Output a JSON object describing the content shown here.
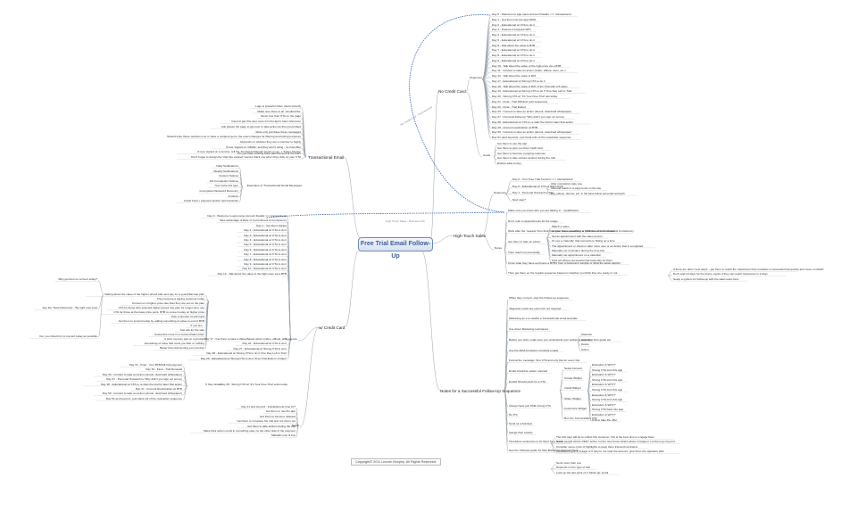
{
  "map": {
    "central": "Free Trial Email Follow-Up",
    "copyright": "Copyright© 2011 Lincoln Murphy. All Rights Reserved.",
    "link_labels": [
      "No Credit Card - Transactional",
      "High Touch Sales - Business Info"
    ],
    "colors": {
      "central_border": "#6f89b8",
      "wire": "#9aa3ad",
      "link": "#3a68b5"
    },
    "branches": {
      "no_card": "No Credit Card",
      "credit": "w/ Credit Card",
      "high_touch": "High-Touch Sales",
      "notes": "Notes for a Successful Follow-Up Sequence",
      "transactional": "Transactional Email"
    },
    "no_card": {
      "sequence_label": "Sequence",
      "sequence": [
        "Day 0 - Welcome to app.name Account Details >>> transactional",
        "Day 1 - Get them into the app NOW",
        "Day 2 - Educational w/ CTA to do it",
        "Day 3 - Feature Intro/quick WIN",
        "Day 4 - Educational w/ CTA to do it",
        "Day 5 - Educational w/ CTA to do it",
        "Day 6 - Talk about the value & BTB",
        "Day 7 - Educational w/ CTA to do it",
        "Day 8 - Educational w/ CTA to do it",
        "Day 9 - Educational w/ CTA to do it",
        "Day 10 - Talk about the value of the high-ones via a BTB",
        "Day 11 - Content to take an action (video, eBook, docs, etc.)",
        "Day 12 - Talk about the value & ROI",
        "Day 17 - Educational w/ Strong CTA to do it",
        "Day 18 - Talk about the value & ROI of the Trial with 4-5 steps",
        "Day 19 - Educational w/ Strong CTA to do it 'One Day Left in Trial'",
        "Day 20 - Strong CTA w/ 'It's Your Free Trial' last today",
        "Day 21 - Final - Trial Will End (exit sequence)",
        "Day 22 - Final - Trial Ended",
        "Day 23 - Content to take an action (ebook, download whitepaper)",
        "Day 27 - Personal follow-up 'Why didn't you sign up' survey",
        "Day 28 - Educational w/ CTA to re-start the trial for later that action",
        "Day 40 - Account reactivation w/ BTB",
        "Day 50 - Content to take an action (ebook, download whitepaper)",
        "Day 51 (and beyond) - just hand-rolls of the newsletter sequence"
      ],
      "goals_label": "Goals",
      "goals": [
        "Get them to use the app",
        "Get them to give you their credit card",
        "Get them to become a paying customer",
        "Get them to take various actions during the trial",
        "Ensure ease to buy"
      ]
    },
    "high_touch": {
      "sequence_label": "Sequence",
      "sequence": [
        "Day 0 - Your Free Trial Account >>> transactional",
        "Day 0 - Educational w/ CTA to learn more",
        "Day 1 - Personal Outreach to Sal",
        "Next step?"
      ],
      "seq_sub": [
        "After completion take one",
        "Inbound reach to a page book on the site",
        "Buy videos, demos, etc. in full pass follow personal outreach"
      ],
      "notes_label": "Notes",
      "notes": [
        "Make sure you know who you are talking to - 'qualification'",
        "Don't rush to appointments for the usage",
        "Work after the 'request' from their trial, give them something to fulfill role of Commitment & Consistency",
        "Get them to take an action",
        "Then reach out personally",
        "Know what they have and know a BTB's from a business's sample or what the asset depicts",
        "Then get them on the regular sequence based on whether you think they are ready or not"
      ],
      "action_sub": [
        "Watch a video",
        "Answer some questions or provide some information",
        "Set an appointment with the sales person",
        "Or use a 'calendly' that connects to hitting up a time",
        "The appointment or check in after more user or an action that is completed",
        "Manually set reminders during the time-line",
        "Manually set appointment on a calendar",
        "Find out what a successful trial looks like for them"
      ],
      "outcome_sub": [
        "If there are other 'next steps' - get them to reach the milestones that constitute a successful trial quickly and move on ASAP",
        "Don't wait 14 days for the trial to expire if they can reach milestones in 2 days",
        "Setup a system for follow-up with the sales team here"
      ]
    },
    "credit": {
      "sequence_label": "Sequence",
      "sequence": [
        "Day 0 - Welcome to app.name Account Details >>> transactional",
        "Take advantage of Rule of Commitment & Consistency",
        "Day 1 - Get them started",
        "Day 2 - Educational w/ CTA to do it",
        "Day 3 - Educational w/ CTA to do it",
        "Day 4 - Educational w/ CTA to do it",
        "Day 5 - Educational w/ CTA to do it",
        "Day 6 - Educational w/ CTA to do it",
        "Day 7 - Educational w/ CTA to do it",
        "Day 8 - Educational w/ CTA to do it",
        "Day 9 - Educational w/ CTA to do it",
        "Day 10 - Educational w/ CTA to do it",
        "Day 14 - Talk about the value of the high-ones via a BTB",
        "Day 17 - Get them to take a Value-Based action (video, eBook, etc)",
        "Day 22 - Educational w/ CTA to do it",
        "Day 27 - Educational w/ Strong CTA to do it",
        "Day 28 - Educational w/ Strong CTA to do it 'One Day Left in Trial'",
        "Day 29 - Educational w/ Strong CTA to do it 'Free Trial Ends in 2 Days'"
      ],
      "day14_sub": [
        "Talking about the value of the higher-priced plan and pay for a yearly/flat-rate plan",
        "They become a paying customer today",
        "Convert on a higher-price rate than they are set on the plan",
        "CTA for those who selected higher-priced rate plan for longer-term use",
        "CTA for those at the base-price point, BTB to convert today w/ higher price",
        "Pick a Number Credit Card",
        "Get them to commit today by adding something of value to end of BTB",
        "If you are...",
        "Just ask for the sale",
        "Customize more in a 'customization plan'",
        "A print memory pad on a product",
        "Something of value that costs you little or nothing",
        "Better than discounting your product"
      ],
      "day14_left": [
        "Why get them to convert today?",
        "See the 'Sunk Discounts... Be right now' post",
        "Yes, you should try to convert today as possible"
      ],
      "strong_cta": "Day 28 - Strong CTA w/ 'It's Your Free Trial' ends today",
      "strong_cta_sub": [
        "Day 31 - Final - Your BTB/Gift trial payment",
        "Day 32 - Final - Trial Renewal",
        "Day 33 - Content to take an action (ebook, download whitepaper)",
        "Day 37 - Personal Outreach to 'Why didn't you sign up' survey",
        "Day 38 - Educational w/ CTA to re-start the trial for later that action",
        "Day 47 - Account Reactivation w/ BTB",
        "Day 50 - Content to take an action (ebook, download whitepaper)",
        "Day 51 and beyond - just hand-roll of the newsletter sequence"
      ],
      "if_they_delete": "If they delete",
      "goals_label": "Goals",
      "goals": [
        "Day 21 and beyond - indefinite/one-time CIT",
        "Get them to use the app",
        "Get them to become retained",
        "Get them to complete the trial and not churn out",
        "Get them to take actions during the trial",
        "Make their action result in something easy on the other side of the payment",
        "Maintain own & buy"
      ]
    },
    "transactional": {
      "items": [
        "Logo is powerful when used correctly",
        "Make sure there is an 'unsubscribe'",
        "Never test their CTA on the page",
        "Insert to get this user more into the app's trans whenever",
        "Ask please the page to get user to take action as then prescribed",
        "Write only purchase these messages",
        "Should write these sections now or have a recipient get to the exact changes for filtering and testing purposes",
        "Depends on whether they are a member to highly",
        "If new, signed on 'GMAIL' and they aren't using - no time-filter",
        "If new, signed on a service, tell the 'It's trial and Email' (count on as...) 'Super Interior'",
        "Don't forget to design the 'trial has expired' scenes that'll one when they click on your CTA"
      ],
      "sub_labels": [
        "Do you have existing trans past the end of the trial?",
        "Examples of 'Transactional' Email Messages"
      ],
      "examples": [
        "Daily Notifications",
        "Weekly Notifications",
        "Custom Notices",
        "Job Completion Notices",
        "Your Invite this type",
        "Incomplete Password Recovery",
        "Invoices",
        "Credit Card + payment and/or card trans/info"
      ]
    },
    "notes": {
      "items": [
        "When they convert, stop the Follow-up sequence",
        "'Required email' are yours but not required",
        "Marketing as a re-usable a Transactional email template",
        "Use direct Marketing techniques",
        "Before you start, make sure you understand your audience and what their goals are",
        "Use the AIDA formula in constant emails",
        "Format the message: One CTA and only bits for every link",
        "Email should be action oriented",
        "Emails Should push for a CTA",
        "Always have just ONE strong CTA",
        "No P.S.",
        "Send as a bracket)",
        "Gauge their exactly",
        "Timeframe sentences to let there be a result",
        "See the 'Ultimate guide for Drip Marketing Success' here"
      ],
      "aida": [
        "Attention",
        "Interest",
        "Desire",
        "Action"
      ],
      "cta_groups": [
        "Setup Account",
        "Create Widget",
        "Install Widget",
        "Share Widget",
        "Customize Widget",
        "Run the Conversation CTA"
      ],
      "cta_details": [
        "Education & WHY?",
        "Strong CTA to/in this app",
        "Education & WHY?",
        "Strong CTA to/in this app",
        "Education & WHY?",
        "Strong CTA to/in this app",
        "Education & WHY?",
        "Strong CTA to/in this app",
        "Education & WHY?",
        "Strong CTA back into app",
        "Education & WHY?",
        "CTA to take the offer"
      ],
      "send_sub": [
        "The first step will be to collect this customer, this is the best time to engage them",
        "Some people will be VERY active, let the user know what's about to happen. Let them go beyond.",
        "Consider some cycle of highlights to keep them trial and reminders",
        "Consistent sync in 5 days or if they're not near the account, give them the signature plan"
      ],
      "timing_sub": [
        "Send more than one",
        "Depends on the type of trial",
        "Look up the last point of a 'follow-up' email"
      ]
    }
  }
}
